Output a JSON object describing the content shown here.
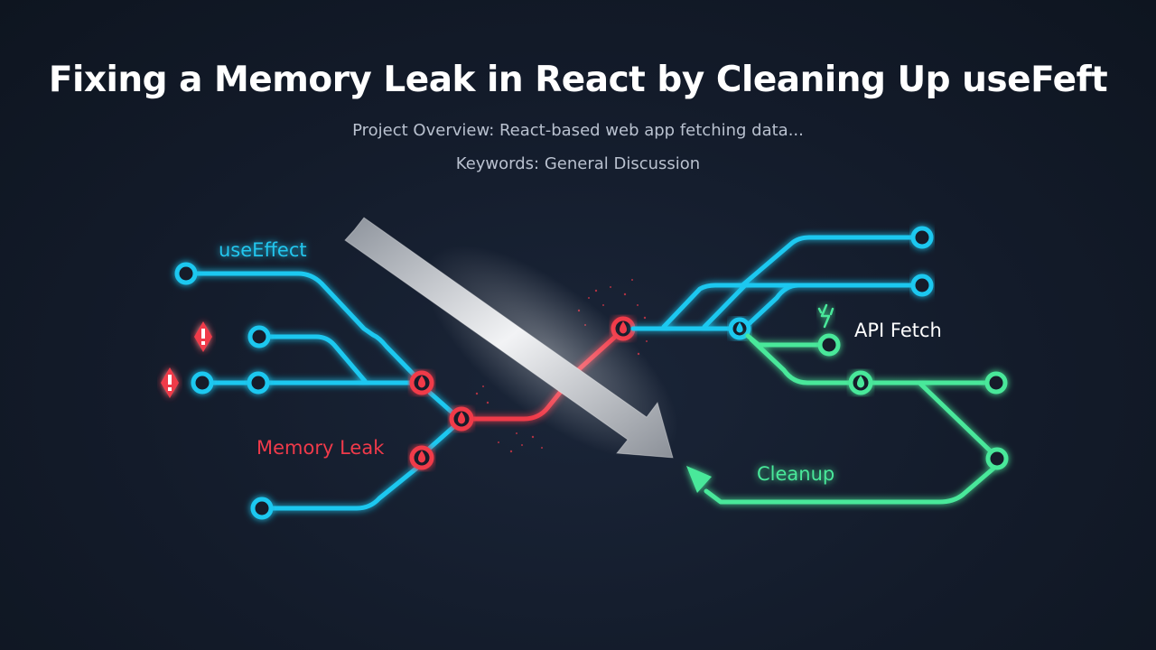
{
  "header": {
    "title": "Fixing a Memory Leak in React by Cleaning Up useFeft",
    "subtitle": "Project Overview: React-based web app fetching data...",
    "keywords": "Keywords: General Discussion"
  },
  "diagram": {
    "labels": {
      "use_effect": "useEffect",
      "memory_leak": "Memory Leak",
      "api_fetch": "API Fetch",
      "cleanup": "Cleanup"
    },
    "colors": {
      "background": "#131b2a",
      "effect_line": "#1fc8f0",
      "leak_line": "#f03a4a",
      "cleanup_line": "#48e89a",
      "arrow": "#d8dadf"
    },
    "icons": [
      "warning-icon",
      "droplet-icon",
      "lightning-icon",
      "arrow-icon"
    ]
  }
}
